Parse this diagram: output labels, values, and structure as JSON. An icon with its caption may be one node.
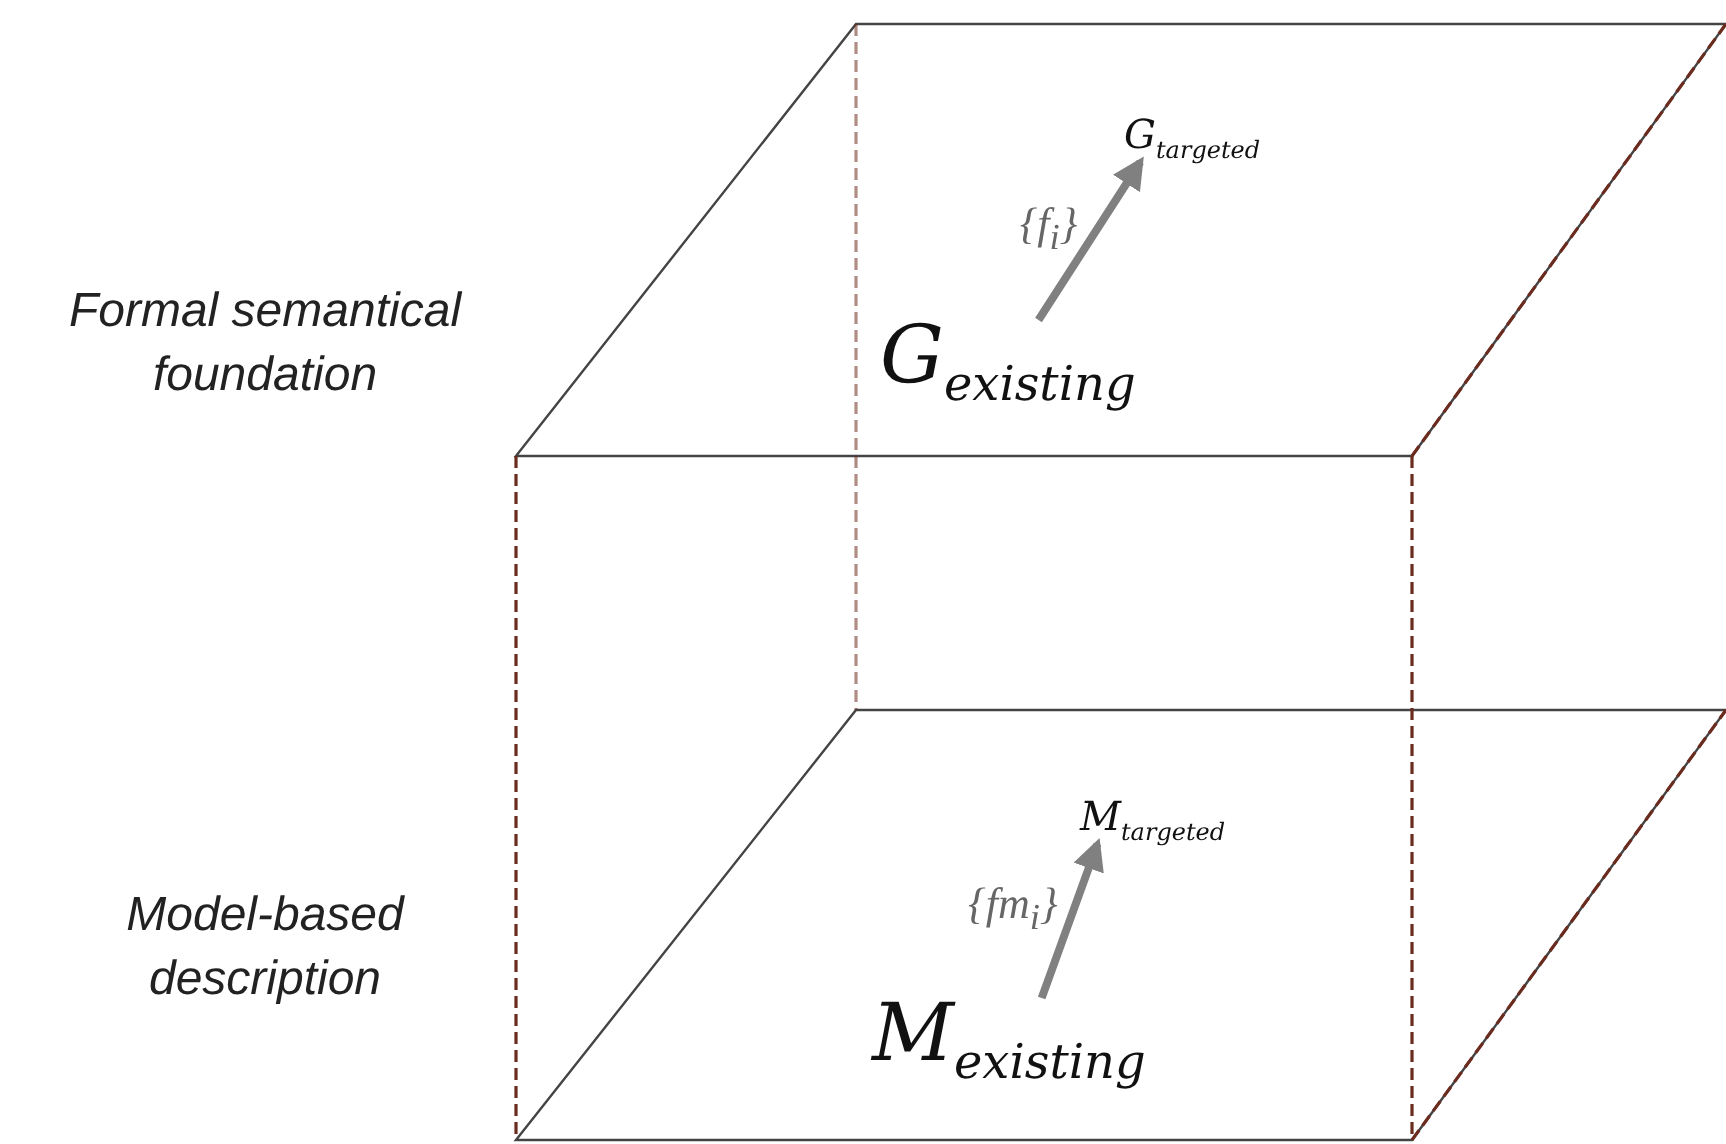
{
  "diagram": {
    "nodes": [
      {
        "text": [],
        "shape": "parallelogram",
        "beside": [
          "Formal semantical foundation"
        ]
      },
      {
        "text": [
          "G$_{existing}$"
        ],
        "in": 0
      },
      {
        "text": [
          "G$_{targeted}$"
        ],
        "in": 0
      },
      {
        "text": [],
        "shape": "parallelogram",
        "beside": [
          "Model-based description"
        ]
      },
      {
        "text": [
          "M$_{existing}$"
        ],
        "in": 3
      },
      {
        "text": [
          "M$_{targeted}$"
        ],
        "in": 3
      }
    ],
    "edges": [
      {
        "from": 1,
        "to": 2,
        "arrow": "to",
        "label": "{f$_{i}$}",
        "style": "thick",
        "color": "#808080"
      },
      {
        "from": 4,
        "to": 5,
        "arrow": "to",
        "label": "{fm$_{i}$}",
        "style": "thick",
        "color": "#808080"
      },
      {
        "from": 0,
        "to": 3,
        "arrow": "none",
        "style": "dashed",
        "color": "#6b2b1e"
      },
      {
        "from": 0,
        "to": 3,
        "arrow": "none",
        "style": "dashed",
        "color": "#6b2b1e"
      },
      {
        "from": 0,
        "to": 3,
        "arrow": "none",
        "style": "dashed",
        "color": "#6b2b1e"
      }
    ]
  }
}
